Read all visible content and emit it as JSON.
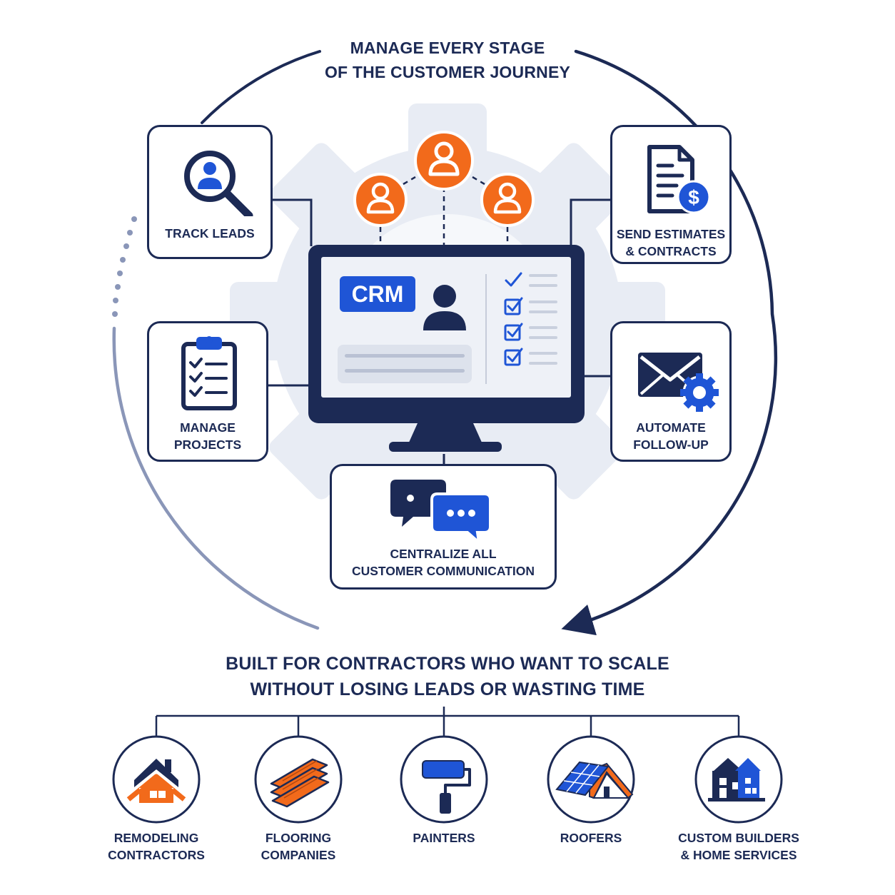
{
  "heading": {
    "line1": "MANAGE EVERY STAGE",
    "line2": "OF THE CUSTOMER JOURNEY"
  },
  "features": {
    "track_leads": {
      "label": "TRACK LEADS",
      "icon": "magnifier-person-icon"
    },
    "send_estimates": {
      "line1": "SEND ESTIMATES",
      "line2": "& CONTRACTS",
      "icon": "document-dollar-icon"
    },
    "manage_projects": {
      "line1": "MANAGE",
      "line2": "PROJECTS",
      "icon": "clipboard-checklist-icon"
    },
    "automate_followup": {
      "line1": "AUTOMATE",
      "line2": "FOLLOW-UP",
      "icon": "envelope-gear-icon"
    },
    "centralize": {
      "line1": "CENTRALIZE ALL",
      "line2": "CUSTOMER COMMUNICATION",
      "icon": "chat-bubbles-icon"
    }
  },
  "monitor": {
    "badge": "CRM"
  },
  "tagline": {
    "line1": "BUILT FOR CONTRACTORS WHO WANT TO SCALE",
    "line2": "WITHOUT LOSING LEADS OR WASTING TIME"
  },
  "industries": [
    {
      "line1": "REMODELING",
      "line2": "CONTRACTORS",
      "icon": "house-icon"
    },
    {
      "line1": "FLOORING",
      "line2": "COMPANIES",
      "icon": "wood-planks-icon"
    },
    {
      "line1": "PAINTERS",
      "line2": "",
      "icon": "paint-roller-icon"
    },
    {
      "line1": "ROOFERS",
      "line2": "",
      "icon": "solar-roof-icon"
    },
    {
      "line1": "CUSTOM BUILDERS",
      "line2": "& HOME SERVICES",
      "icon": "building-icon"
    }
  ],
  "colors": {
    "navy": "#1c2a55",
    "orange": "#f26a1b",
    "blue": "#1f55d6",
    "gear_gray": "#e8ecf4"
  }
}
